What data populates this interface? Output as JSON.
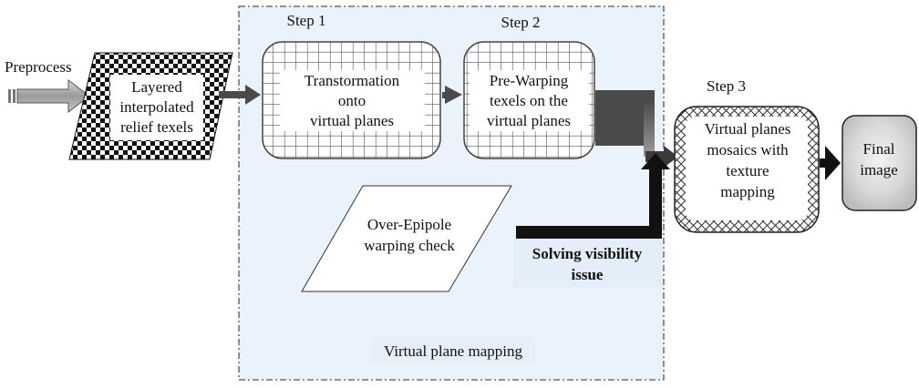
{
  "diagram": {
    "input": {
      "side_label": "Preprocess",
      "lines": [
        "Layered",
        "interpolated",
        "relief texels"
      ]
    },
    "step1": {
      "title": "Step 1",
      "lines": [
        "Transtormation",
        "onto",
        "virtual planes"
      ]
    },
    "step2": {
      "title": "Step 2",
      "lines": [
        "Pre-Warping",
        "texels on the",
        "virtual planes"
      ]
    },
    "check": {
      "lines": [
        "Over-Epipole",
        "warping check"
      ]
    },
    "visibility": {
      "lines": [
        "Solving visibility",
        "issue"
      ]
    },
    "group": {
      "label": "Virtual plane mapping"
    },
    "step3": {
      "title": "Step 3",
      "lines": [
        "Virtual planes",
        "mosaics with",
        "texture",
        "mapping"
      ]
    },
    "output": {
      "lines": [
        "Final",
        "image"
      ]
    }
  },
  "colors": {
    "group_fill": "#eaf3fb",
    "group_border": "#555555",
    "grid_line": "#555555",
    "arrow_dark": "#4a4a4a",
    "arrow_black": "#111111",
    "final_fill": "#d5d5d5"
  }
}
